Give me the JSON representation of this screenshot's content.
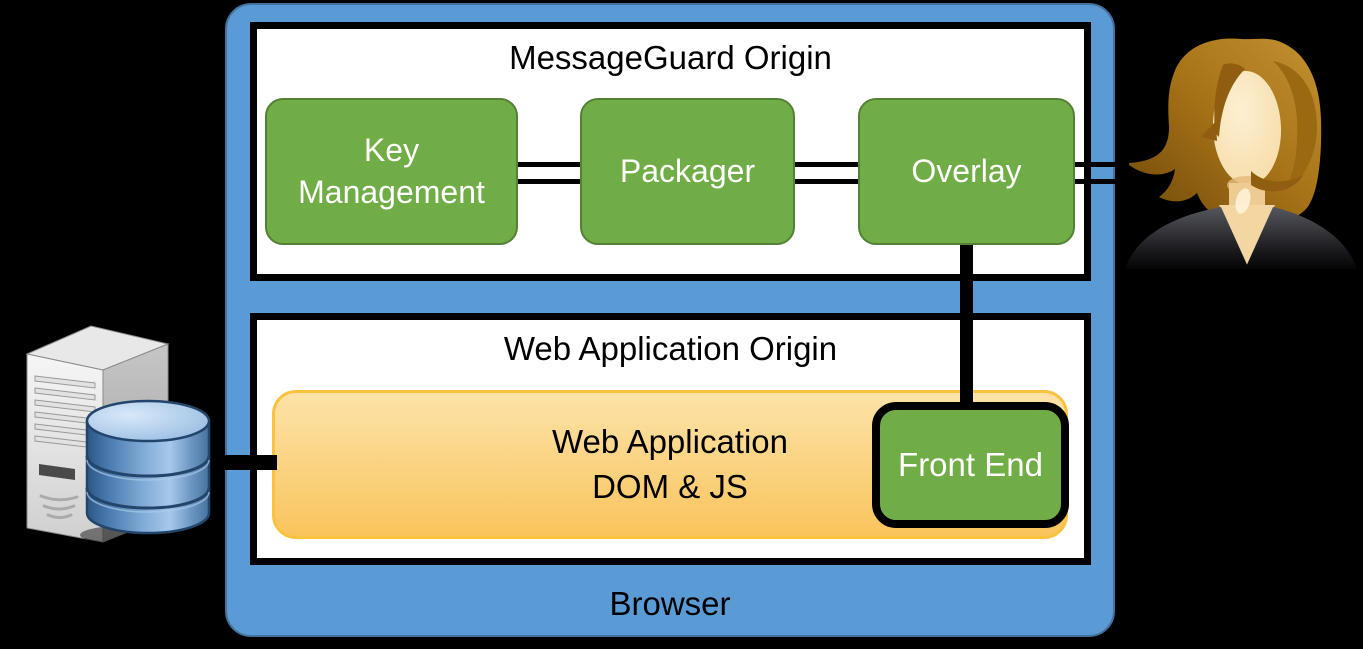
{
  "browser": {
    "label": "Browser"
  },
  "messageguard_origin": {
    "title": "MessageGuard Origin",
    "nodes": {
      "key_management": {
        "line1": "Key",
        "line2": "Management"
      },
      "packager": {
        "label": "Packager"
      },
      "overlay": {
        "label": "Overlay"
      }
    }
  },
  "web_application_origin": {
    "title": "Web Application Origin",
    "web_application": {
      "line1": "Web Application",
      "line2": "DOM & JS"
    },
    "front_end": {
      "label": "Front End"
    }
  },
  "icons": {
    "left": "server-database-icon",
    "right": "woman-user-icon"
  },
  "connections": {
    "key_management_packager": "double-line",
    "packager_overlay": "double-line",
    "overlay_user": "double-line",
    "overlay_front_end": "thick-line",
    "database_web_application": "thick-line"
  },
  "colors": {
    "background": "#000000",
    "browser_fill": "#5B9BD5",
    "browser_border": "#41719C",
    "node_green": "#70AD47",
    "node_green_border": "#538135",
    "web_app_fill_top": "#FCE3A9",
    "web_app_fill_bottom": "#F9C45C",
    "web_app_border": "#FAC23E",
    "origin_box_fill": "#FFFFFF",
    "origin_box_border": "#000000",
    "connector": "#000000"
  }
}
